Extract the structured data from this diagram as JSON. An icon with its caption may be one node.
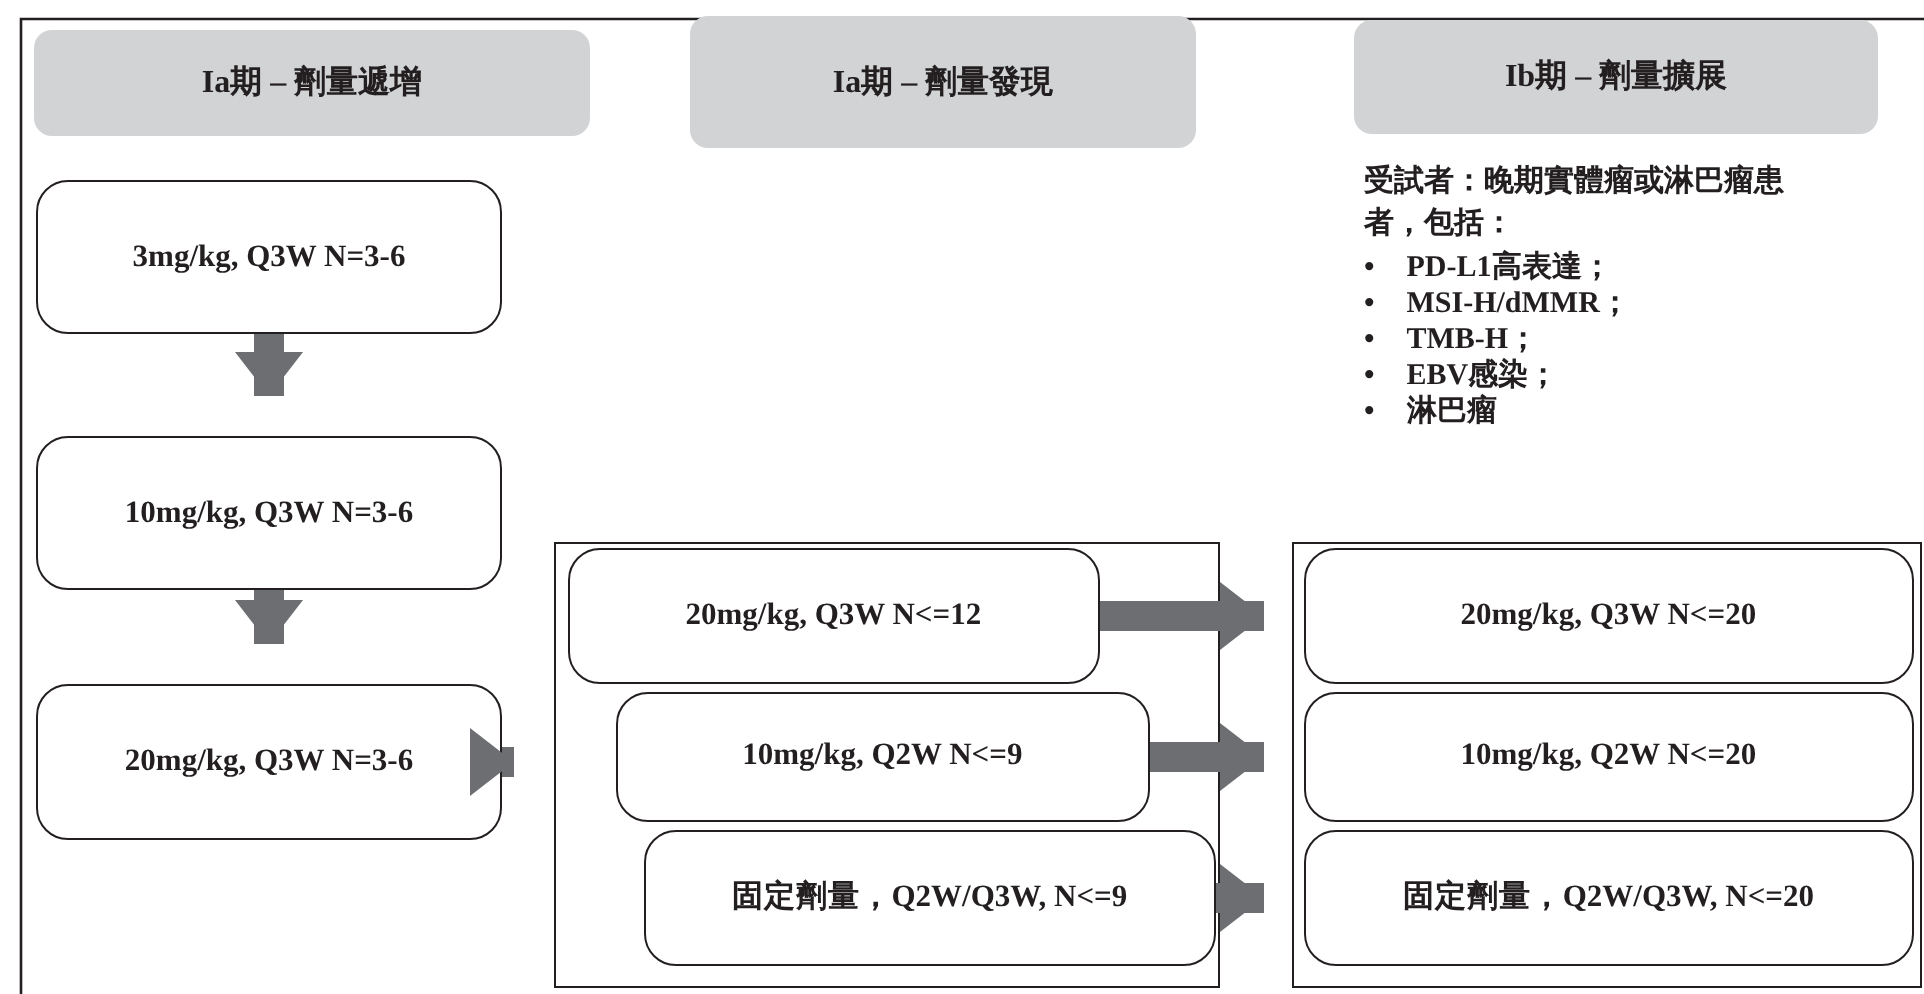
{
  "diagram": {
    "nodes": [
      {
        "text": [
          "Ia期 – 劑量遞增"
        ]
      },
      {
        "text": [
          "Ia期 – 劑量發現"
        ]
      },
      {
        "text": [
          "Ib期 – 劑量擴展"
        ]
      },
      {
        "text": [
          "3mg/kg, Q3W N=3-6"
        ]
      },
      {
        "text": [
          "10mg/kg, Q3W N=3-6"
        ]
      },
      {
        "text": [
          "20mg/kg, Q3W N=3-6"
        ]
      },
      {
        "text": [],
        "shape": "box"
      },
      {
        "text": [
          "20mg/kg, Q3W N<=12"
        ],
        "in": 6
      },
      {
        "text": [
          "10mg/kg, Q2W N<=9"
        ],
        "in": 6
      },
      {
        "text": [
          "固定劑量，Q2W/Q3W, N<=9"
        ],
        "in": 6
      },
      {
        "text": [],
        "shape": "box"
      },
      {
        "text": [
          "20mg/kg, Q3W N<=20"
        ],
        "in": 10
      },
      {
        "text": [
          "10mg/kg, Q2W N<=20"
        ],
        "in": 10
      },
      {
        "text": [
          "固定劑量，Q2W/Q3W, N<=20"
        ],
        "in": 10
      }
    ],
    "edges": [
      {
        "from": 3,
        "to": 4,
        "arrow": "to"
      },
      {
        "from": 4,
        "to": 5,
        "arrow": "to"
      },
      {
        "from": 5,
        "to": 6,
        "arrow": "to"
      },
      {
        "from": 7,
        "to": 11,
        "arrow": "to"
      },
      {
        "from": 8,
        "to": 12,
        "arrow": "to"
      },
      {
        "from": 9,
        "to": 13,
        "arrow": "to"
      }
    ],
    "labels": [
      "受試者：晚期實體瘤或淋巴瘤患者，包括：",
      "•",
      "PD-L1高表達；",
      "•",
      "MSI-H/dMMR；",
      "•",
      "TMB-H；",
      "•",
      "EBV感染；",
      "•",
      "淋巴瘤"
    ]
  }
}
